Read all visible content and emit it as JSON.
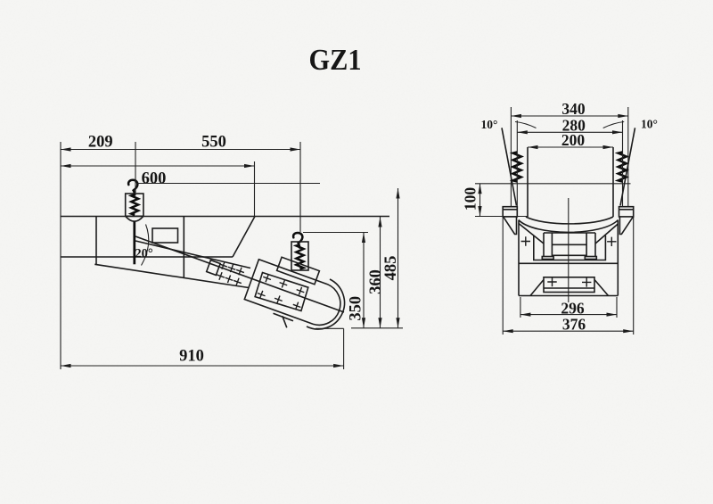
{
  "title": "GZ1",
  "colors": {
    "background": "#f6f6f4",
    "ink": "#1c1c1c"
  },
  "side_view": {
    "dimensions": {
      "feed_offset": "209",
      "hanger_span": "550",
      "trough_length": "600",
      "total_length": "910",
      "discharge_height": "350",
      "body_height": "360",
      "total_height": "485",
      "incline_angle": "20°"
    }
  },
  "front_view": {
    "dimensions": {
      "top_width": "340",
      "mid_width": "280",
      "inner_width": "200",
      "trough_depth": "100",
      "base_inner_width": "296",
      "base_outer_width": "376",
      "wall_angle_left": "10°",
      "wall_angle_right": "10°"
    }
  }
}
